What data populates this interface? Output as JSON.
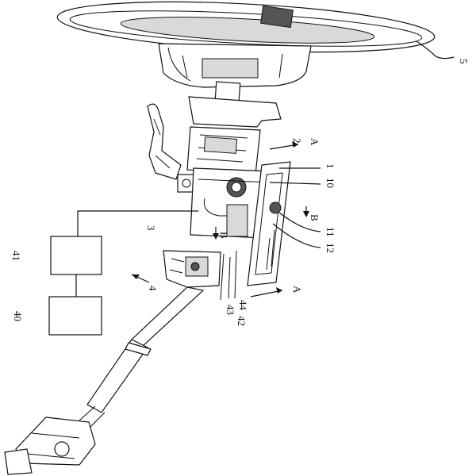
{
  "figure": {
    "labels": {
      "steering_wheel": "5",
      "column_2": "2",
      "section_A_top": "A",
      "section_A_bottom": "A",
      "section_B_right": "B",
      "section_B_left": "B",
      "ref_1": "1",
      "ref_10": "10",
      "ref_11": "11",
      "ref_12": "12",
      "ref_3": "3",
      "ref_4": "4",
      "ref_40": "40",
      "ref_41": "41",
      "ref_42": "42",
      "ref_43": "43",
      "ref_44": "44"
    }
  }
}
